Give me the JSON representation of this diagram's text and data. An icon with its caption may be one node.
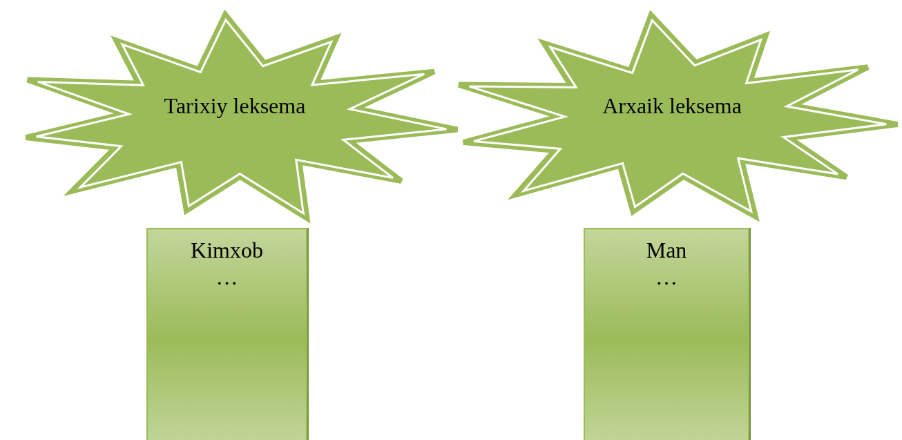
{
  "diagram": {
    "nodes": [
      {
        "text": [
          "Tarixiy leksema"
        ]
      },
      {
        "text": [
          "Arxaik leksema"
        ]
      },
      {
        "text": [
          "Kimxob",
          "…"
        ]
      },
      {
        "text": [
          "Man",
          "…"
        ]
      }
    ]
  }
}
